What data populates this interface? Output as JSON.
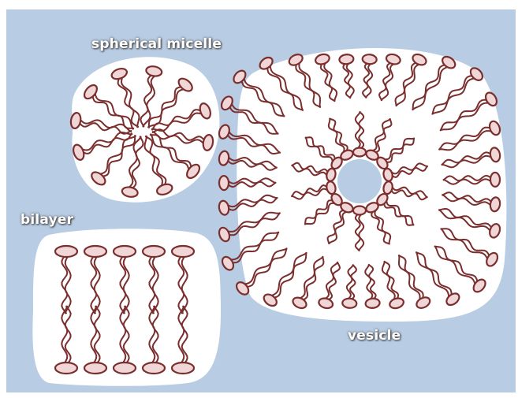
{
  "labels": {
    "spherical_micelle": "spherical micelle",
    "bilayer": "bilayer",
    "vesicle": "vesicle"
  },
  "colors": {
    "background": "#b8cce4",
    "shape_fill": "#ffffff",
    "head_fill": "#f0d6d6",
    "lipid_stroke": "#7a2e2e"
  },
  "structures": {
    "micelle_lipid_count": 12,
    "bilayer_lipids_per_leaflet": 5,
    "vesicle_outer_lipid_count": 34,
    "vesicle_inner_lipid_count": 14
  }
}
